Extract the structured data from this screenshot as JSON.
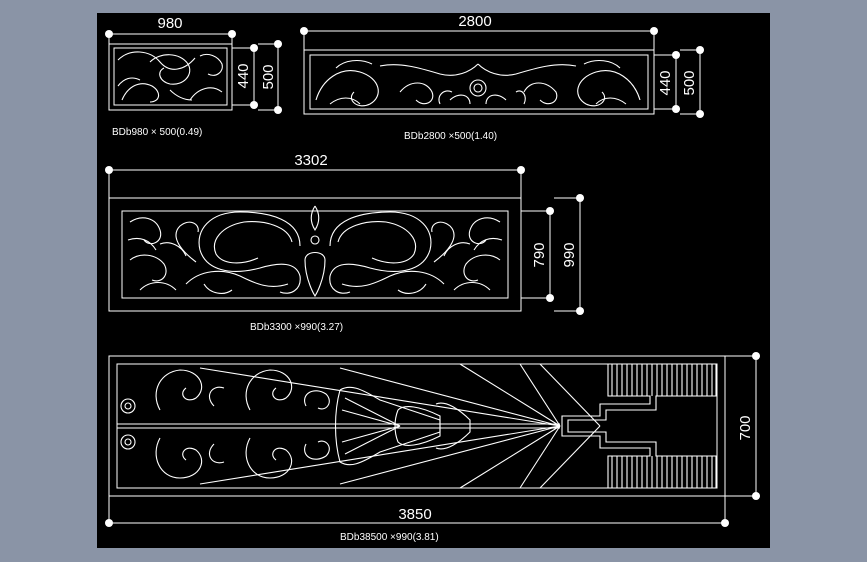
{
  "drawing": {
    "background": "#000000",
    "frame_color": "#8a94a6",
    "line_color": "#ffffff"
  },
  "panels": [
    {
      "id": "panel1",
      "width_dim": "980",
      "inner_height_dim": "440",
      "outer_height_dim": "500",
      "caption": "BDb980 × 500(0.49)"
    },
    {
      "id": "panel2",
      "width_dim": "2800",
      "inner_height_dim": "440",
      "outer_height_dim": "500",
      "caption": "BDb2800 ×500(1.40)"
    },
    {
      "id": "panel3",
      "width_dim": "3302",
      "inner_height_dim": "790",
      "outer_height_dim": "990",
      "caption": "BDb3300 ×990(3.27)"
    },
    {
      "id": "panel4",
      "width_dim": "3850",
      "height_dim": "700",
      "caption": "BDb38500 ×990(3.81)"
    }
  ]
}
